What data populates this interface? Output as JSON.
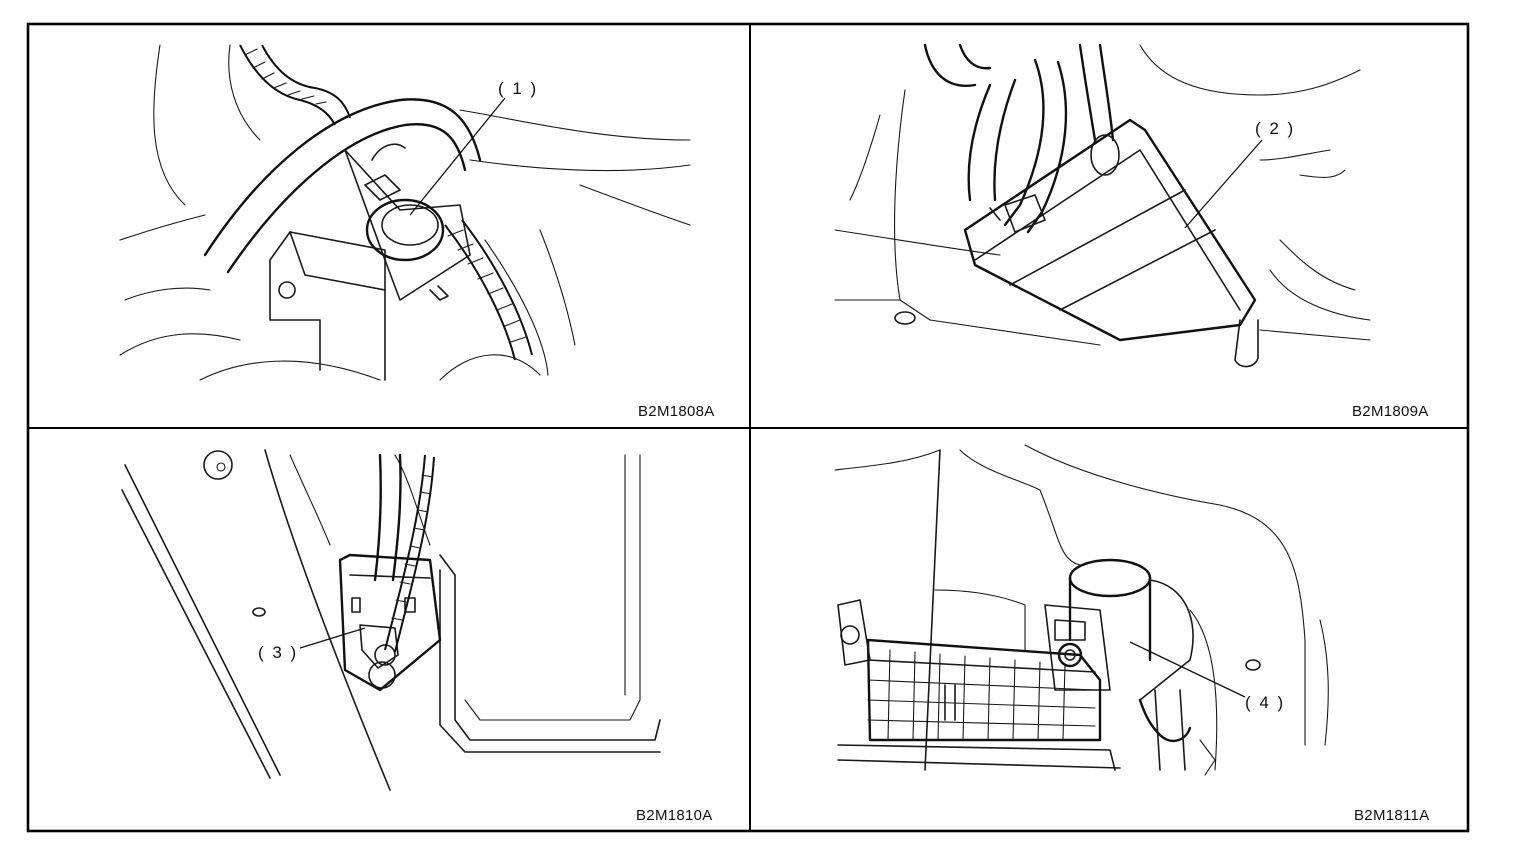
{
  "panels": [
    {
      "code": "B2M1808A",
      "callout": "( 1 )"
    },
    {
      "code": "B2M1809A",
      "callout": "( 2 )"
    },
    {
      "code": "B2M1810A",
      "callout": "( 3 )"
    },
    {
      "code": "B2M1811A",
      "callout": "( 4 )"
    }
  ]
}
